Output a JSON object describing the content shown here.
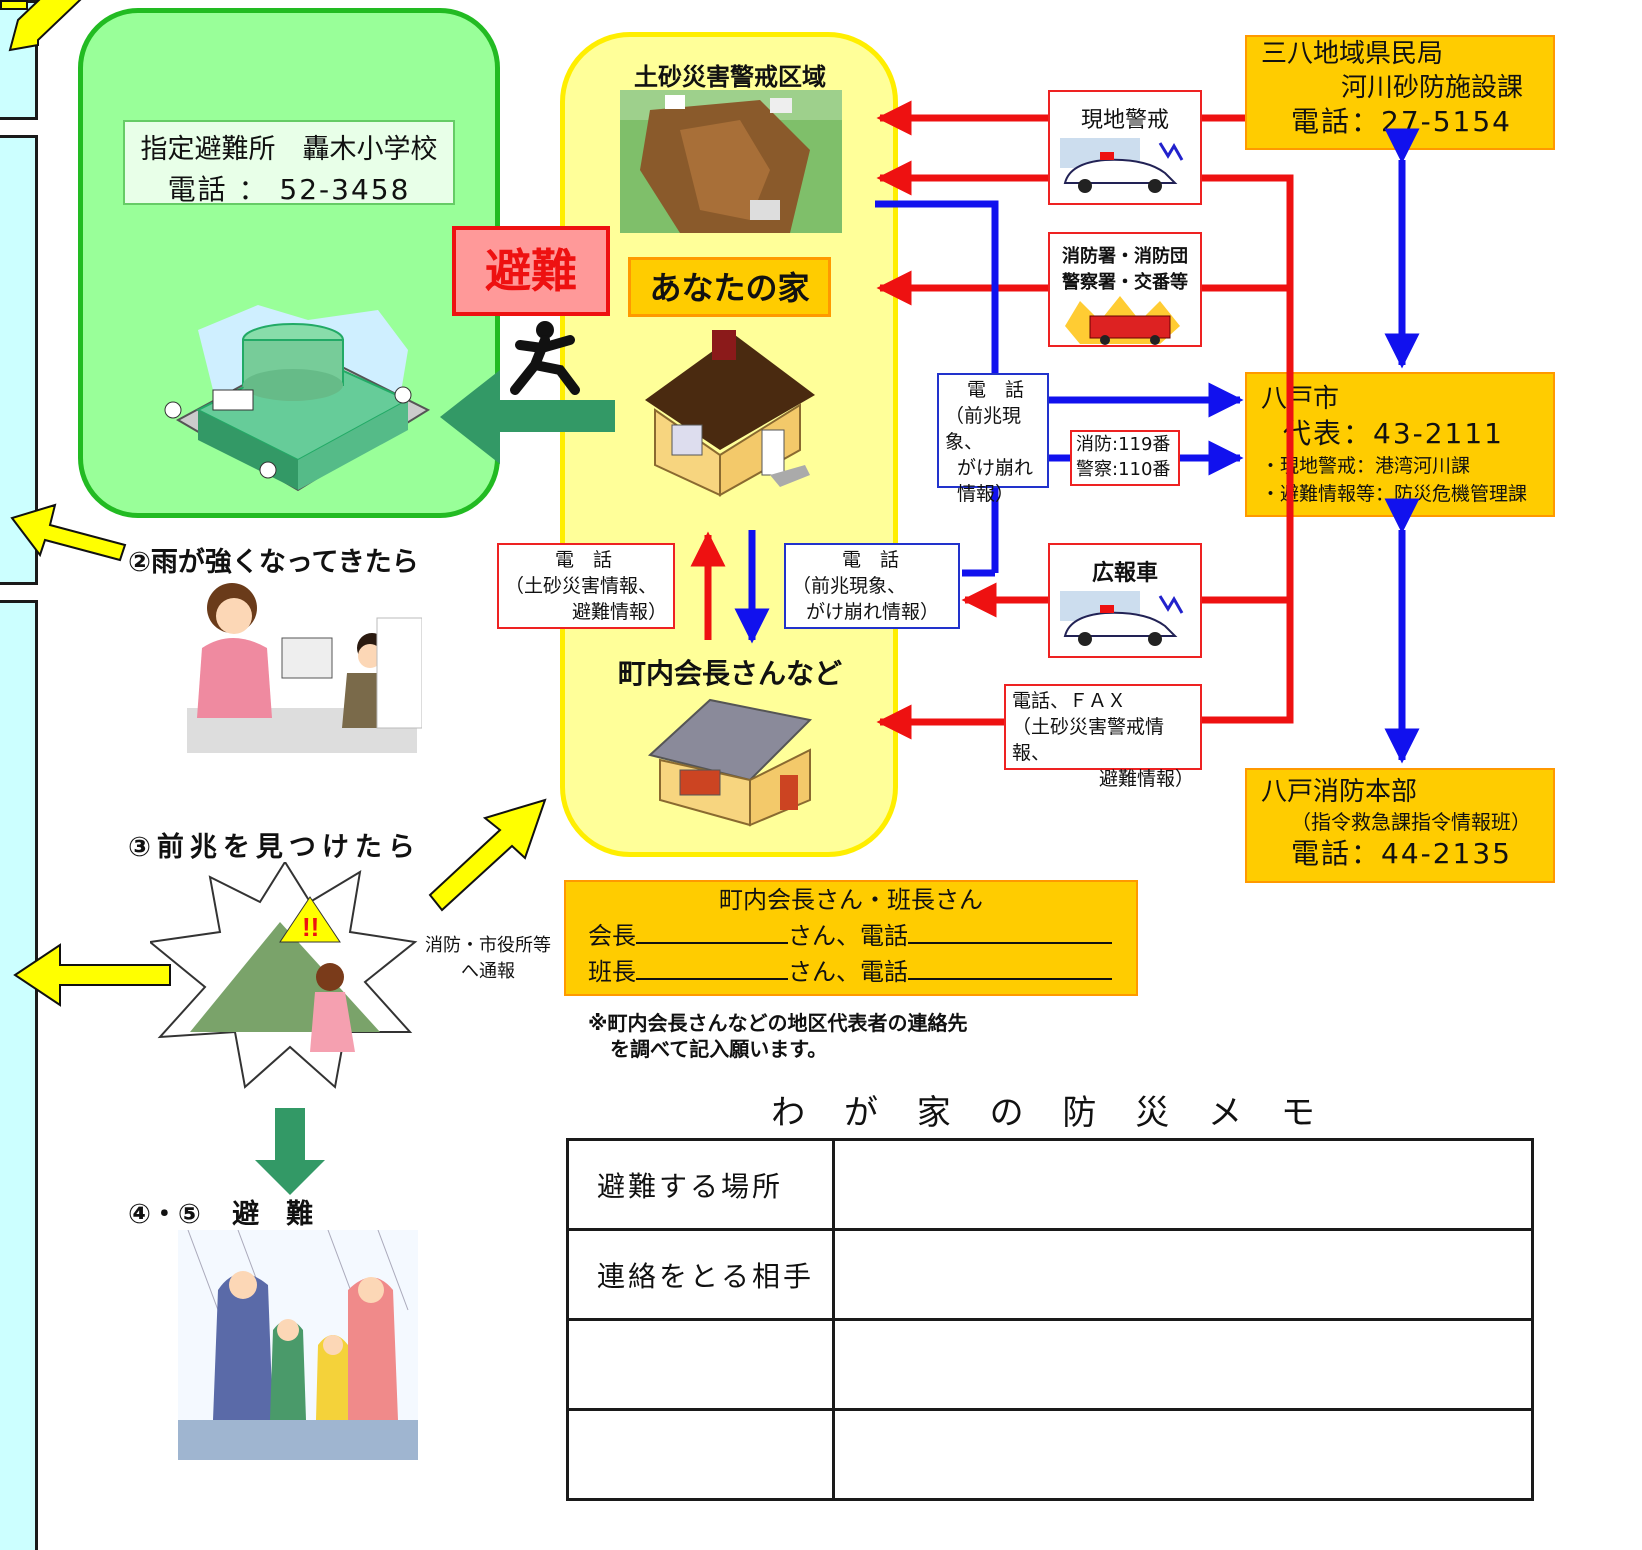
{
  "shelter": {
    "label_line1": "指定避難所　轟木小学校",
    "label_line2": "電話 ： 52-3458"
  },
  "hazard_zone": {
    "title": "土砂災害警戒区域",
    "evacuate_badge": "避難",
    "your_home": "あなたの家",
    "chairman_heading": "町内会長さんなど"
  },
  "left_steps": {
    "step2": "②雨が強くなってきたら",
    "step3": "③前兆を見つけたら",
    "report_line1": "消防・市役所等",
    "report_line2": "へ通報",
    "step45_num": "④・⑤",
    "step45_text": "避　難"
  },
  "offices": {
    "sanpachi": {
      "line1": "三八地域県民局",
      "line2": "河川砂防施設課",
      "phone": "電話：27-5154"
    },
    "hachinohe_city": {
      "line1": "八戸市",
      "main": "代表：43-2111",
      "bullet1": "・現地警戒：港湾河川課",
      "bullet2": "・避難情報等：防災危機管理課"
    },
    "fire_hq": {
      "line1": "八戸消防本部",
      "line2": "（指令救急課指令情報班）",
      "phone": "電話：44-2135"
    }
  },
  "channels": {
    "patrol": "現地警戒",
    "fire_police_1": "消防署・消防団",
    "fire_police_2": "警察署・交番等",
    "pr_car": "広報車",
    "fax_1": "電話、ＦＡＸ",
    "fax_2": "（土砂災害警戒情報、",
    "fax_3": "避難情報）",
    "phone_center_1": "電　話",
    "phone_center_2": "（前兆現象、",
    "phone_center_3": "がけ崩れ",
    "phone_center_4": "情報）",
    "emergency_1": "消防:119番",
    "emergency_2": "警察:110番",
    "phone_down_1": "電　話",
    "phone_down_2": "（前兆現象、",
    "phone_down_3": "がけ崩れ情報）",
    "phone_up_1": "電　話",
    "phone_up_2": "（土砂災害情報、",
    "phone_up_3": "避難情報）"
  },
  "contacts": {
    "title": "町内会長さん・班長さん",
    "chair_label": "会長",
    "leader_label": "班長",
    "san_phone": "さん、電話",
    "note_1": "※町内会長さんなどの地区代表者の連絡先",
    "note_2": "を調べて記入願います。"
  },
  "memo": {
    "title": "わ が 家 の 防 災 メ モ",
    "rows": [
      "避難する場所",
      "連絡をとる相手",
      "",
      ""
    ]
  },
  "colors": {
    "red_line": "#ee1111",
    "blue_line": "#1111ee",
    "green_arrow": "#339966",
    "yellow_arrow": "#ffff00"
  }
}
